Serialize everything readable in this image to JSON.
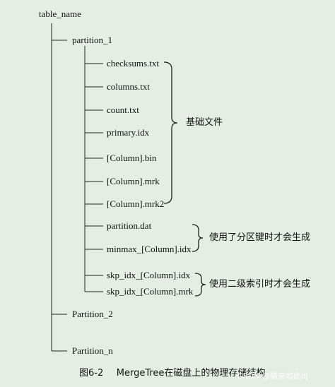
{
  "root": "table_name",
  "partitions": [
    "partition_1",
    "Partition_2",
    "Partition_n"
  ],
  "files": [
    "checksums.txt",
    "columns.txt",
    "count.txt",
    "primary.idx",
    "[Column].bin",
    "[Column].mrk",
    "[Column].mrk2",
    "partition.dat",
    "minmax_[Column].idx",
    "skp_idx_[Column].idx",
    "skp_idx_[Column].mrk"
  ],
  "brace_labels": {
    "base": "基础文件",
    "partition": "使用了分区键时才会生成",
    "skip_index": "使用二级索引时才会生成"
  },
  "caption": {
    "figure": "图6-2",
    "text": "MergeTree在磁盘上的物理存储结构"
  },
  "watermark": "CSDN @猿来如此dj"
}
